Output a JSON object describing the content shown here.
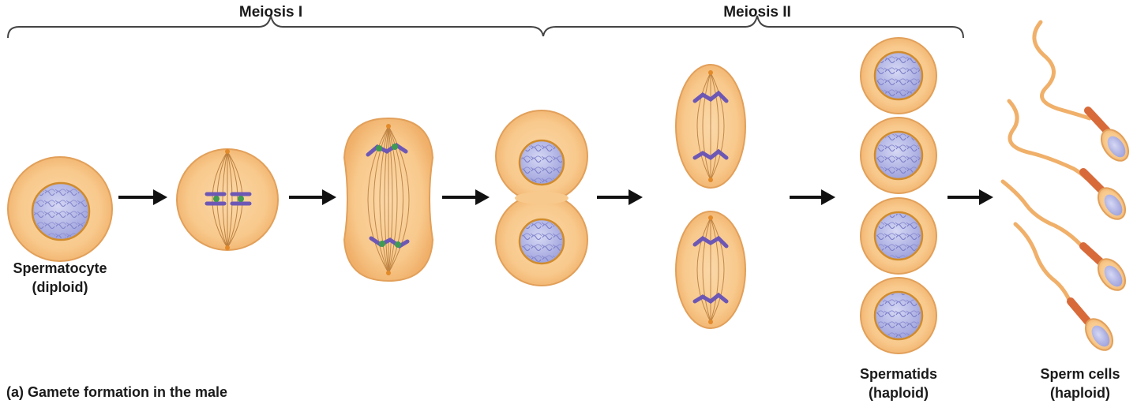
{
  "phases": {
    "meiosis_1": "Meiosis I",
    "meiosis_2": "Meiosis II"
  },
  "labels": {
    "spermatocyte_line1": "Spermatocyte",
    "spermatocyte_line2": "(diploid)",
    "spermatids_line1": "Spermatids",
    "spermatids_line2": "(haploid)",
    "sperm_line1": "Sperm cells",
    "sperm_line2": "(haploid)"
  },
  "caption": {
    "letter": "(a)",
    "text": " Gamete formation in the male"
  },
  "colors": {
    "cytoplasm": "#f8cc94",
    "cytoplasm_inner": "#f3ba78",
    "membrane": "#e2a05a",
    "nucleus": "#b9bce8",
    "nucleus_rim": "#d08b2c",
    "chromosome": "#6d57b5",
    "centromere": "#3f9a52",
    "midpiece": "#d86a3a",
    "arrow": "#111111",
    "bracket": "#444444"
  }
}
